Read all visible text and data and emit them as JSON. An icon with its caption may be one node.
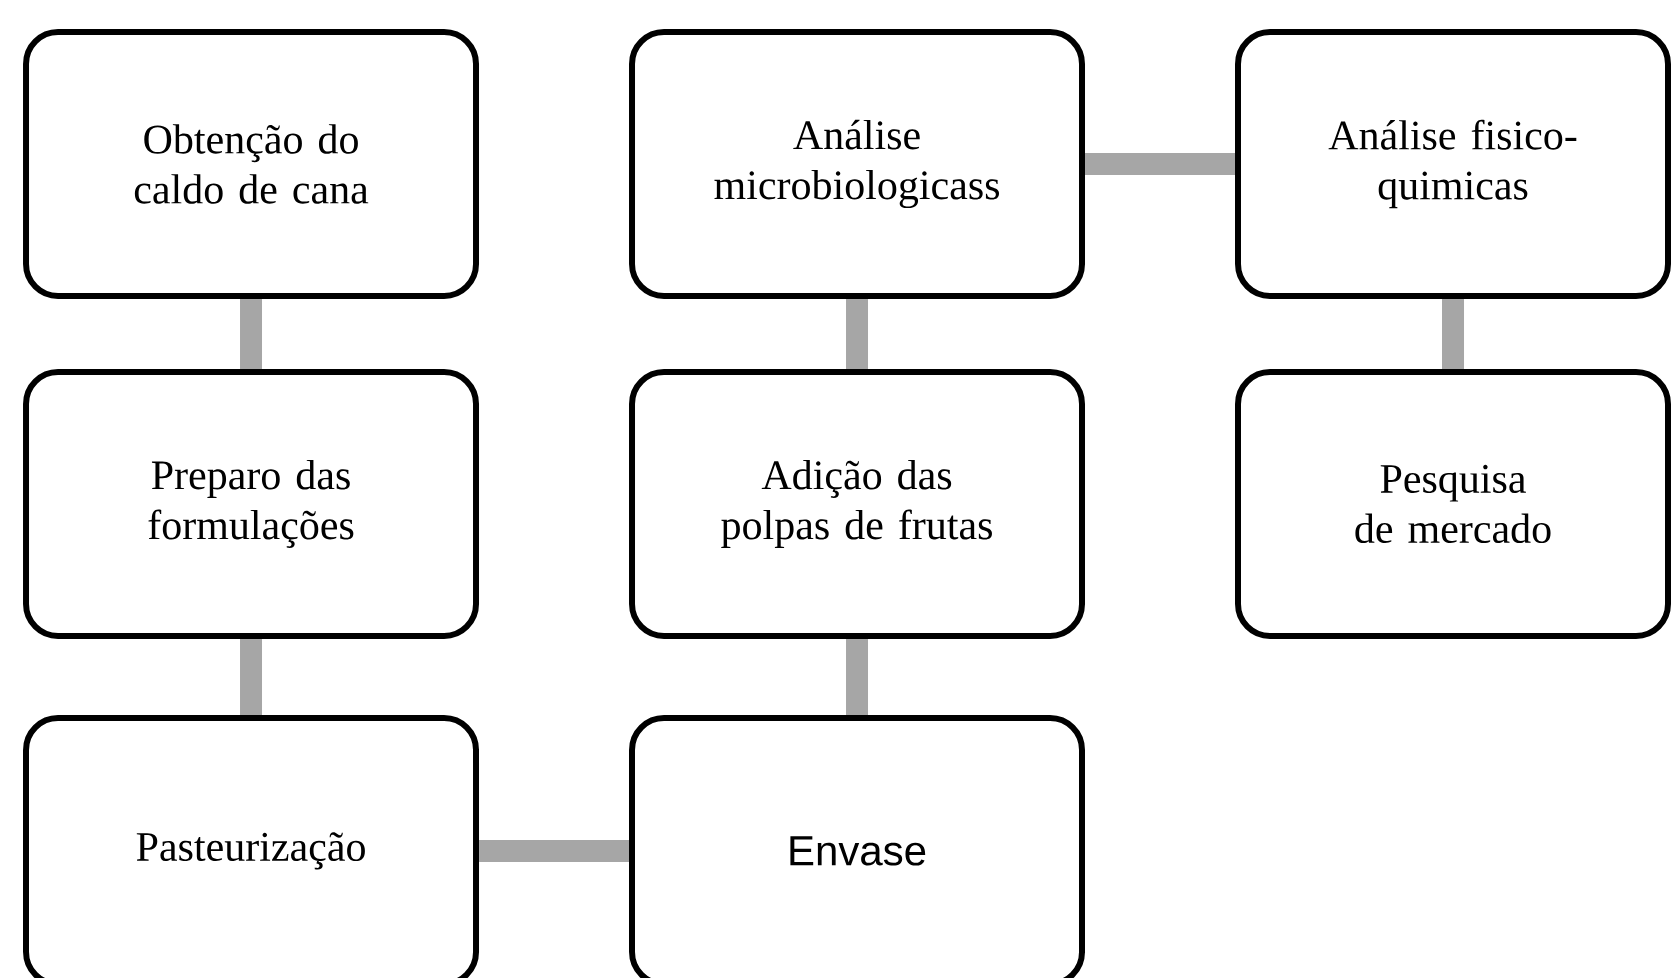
{
  "diagram": {
    "nodes": [
      {
        "text": [
          "Obtenção do caldo de cana"
        ]
      },
      {
        "text": [
          "Preparo das formulações"
        ]
      },
      {
        "text": [
          "Pasteurização"
        ]
      },
      {
        "text": [
          "Envase"
        ]
      },
      {
        "text": [
          "Adição das polpas de frutas"
        ]
      },
      {
        "text": [
          "Análise microbiologicass"
        ]
      },
      {
        "text": [
          "Análise fisico-quimicas"
        ]
      },
      {
        "text": [
          "Pesquisa de mercado"
        ]
      }
    ],
    "edges": [
      {
        "from": 0,
        "to": 1,
        "arrow": "none"
      },
      {
        "from": 1,
        "to": 2,
        "arrow": "none"
      },
      {
        "from": 2,
        "to": 3,
        "arrow": "none"
      },
      {
        "from": 3,
        "to": 4,
        "arrow": "none"
      },
      {
        "from": 4,
        "to": 5,
        "arrow": "none"
      },
      {
        "from": 5,
        "to": 6,
        "arrow": "none"
      },
      {
        "from": 6,
        "to": 7,
        "arrow": "none"
      }
    ]
  }
}
